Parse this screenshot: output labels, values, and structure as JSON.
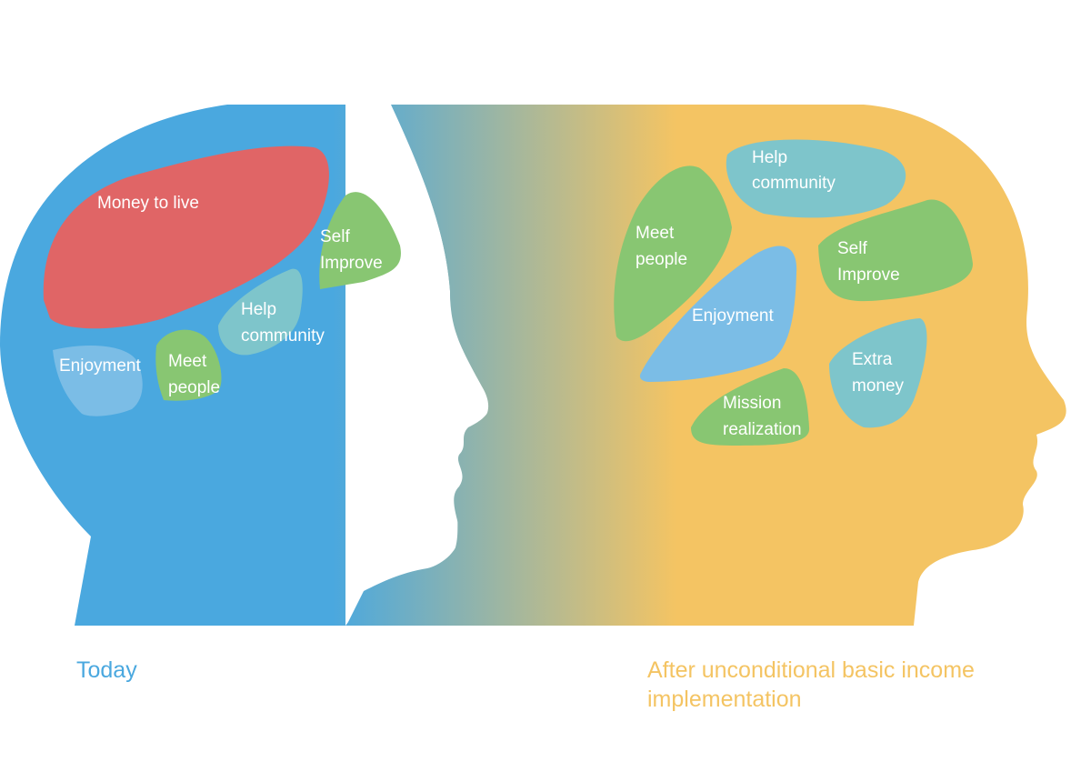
{
  "colors": {
    "today": "#4aa8df",
    "after": "#f4c463",
    "money": "#e06566",
    "green": "#88c672",
    "teal": "#7ec5cb",
    "light_blue": "#7bbde6"
  },
  "today": {
    "caption": "Today",
    "regions": {
      "money_to_live": [
        "Money to live"
      ],
      "self_improve": [
        "Self",
        "Improve"
      ],
      "help_community": [
        "Help",
        "community"
      ],
      "enjoyment": [
        "Enjoyment"
      ],
      "meet_people": [
        "Meet",
        "people"
      ]
    }
  },
  "after": {
    "caption": "After unconditional basic income implementation",
    "regions": {
      "help_community": [
        "Help",
        "community"
      ],
      "meet_people": [
        "Meet",
        "people"
      ],
      "self_improve": [
        "Self",
        "Improve"
      ],
      "enjoyment": [
        "Enjoyment"
      ],
      "extra_money": [
        "Extra",
        "money"
      ],
      "mission_realization": [
        "Mission",
        "realization"
      ]
    }
  }
}
